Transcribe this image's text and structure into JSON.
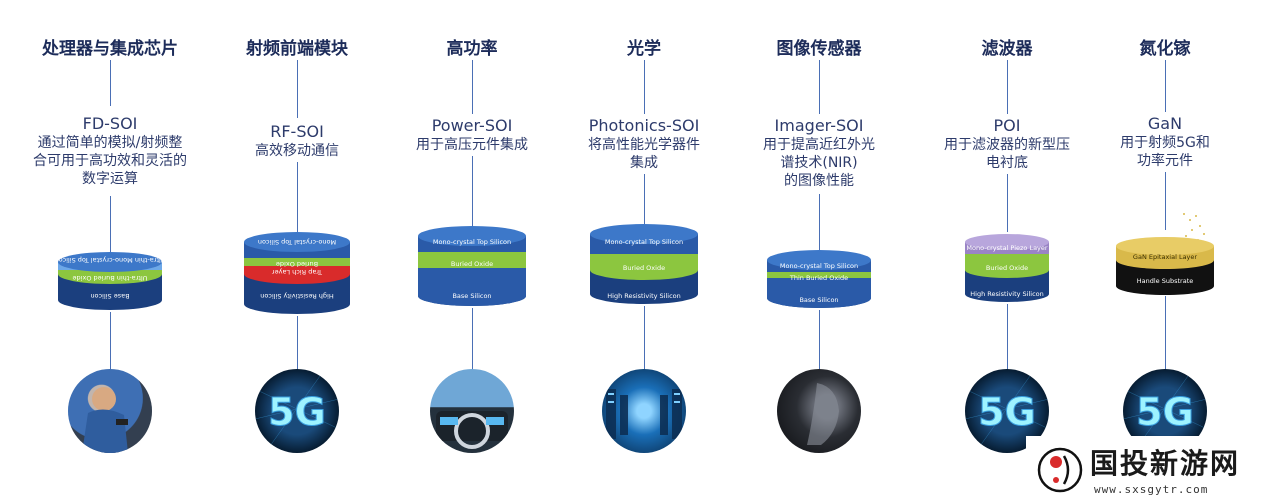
{
  "columns": [
    {
      "title": "处理器与集成芯片",
      "name": "FD-SOI",
      "desc": [
        "通过简单的模拟/射频整",
        "合可用于高功效和灵活的",
        "数字运算"
      ],
      "layers": [
        "Ultra-thin Mono-crystal Top Silicon",
        "Ultra-thin Buried Oxide",
        "Base Silicon"
      ]
    },
    {
      "title": "射频前端模块",
      "name": "RF-SOI",
      "desc": [
        "高效移动通信"
      ],
      "layers": [
        "Mono-crystal Top Silicon",
        "Buried Oxide",
        "Trap Rich Layer",
        "High Resistivity Silicon"
      ]
    },
    {
      "title": "高功率",
      "name": "Power-SOI",
      "desc": [
        "用于高压元件集成"
      ],
      "layers": [
        "Mono-crystal Top Silicon",
        "Buried Oxide",
        "Base Silicon"
      ]
    },
    {
      "title": "光学",
      "name": "Photonics-SOI",
      "desc": [
        "将高性能光学器件",
        "集成"
      ],
      "layers": [
        "Mono-crystal Top Silicon",
        "Buried Oxide",
        "High Resistivity Silicon"
      ]
    },
    {
      "title": "图像传感器",
      "name": "Imager-SOI",
      "desc": [
        "用于提高近红外光",
        "谱技术(NIR)",
        "的图像性能"
      ],
      "layers": [
        "Mono-crystal Top Silicon",
        "Thin Buried Oxide",
        "Base Silicon"
      ]
    },
    {
      "title": "滤波器",
      "name": "POI",
      "desc": [
        "用于滤波器的新型压",
        "电衬底"
      ],
      "layers": [
        "Mono-crystal Piezo Layer",
        "Buried Oxide",
        "High Resistivity Silicon"
      ]
    },
    {
      "title": "氮化镓",
      "name": "GaN",
      "desc": [
        "用于射频5G和",
        "功率元件"
      ],
      "layers": [
        "GaN Epitaxial Layer",
        "Handle Substrate"
      ]
    }
  ],
  "icons": [
    "person-phone-image",
    "5g-image",
    "car-dashboard-image",
    "datacenter-image",
    "face-image",
    "5g-image",
    "5g-image"
  ],
  "fiveg_text": "5G",
  "watermark": {
    "text": "国投新游网",
    "url": "www.sxsgytr.com"
  },
  "colors": {
    "title": "#1d2c5a",
    "line": "#4a6fb5",
    "wafer_blue": "#2a5aa8",
    "wafer_dark": "#1b3f7e",
    "oxide_green": "#8cc63f",
    "trap_red": "#d92b2b",
    "piezo_purple": "#9a84c6",
    "gan_gold": "#d9b94a"
  }
}
